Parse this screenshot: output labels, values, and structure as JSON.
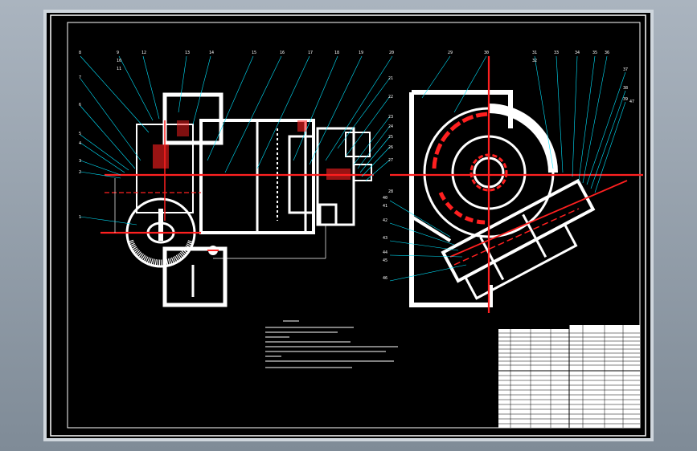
{
  "drawing": {
    "background_color": "#000000",
    "outline_color": "#ffffff",
    "center_line_color": "#ff0000",
    "leader_color": "#00e5ff"
  },
  "left_view": {
    "part_labels": [
      "8",
      "9",
      "10",
      "11",
      "12",
      "13",
      "14",
      "15",
      "16",
      "17",
      "18",
      "19",
      "20",
      "7",
      "6",
      "5",
      "4",
      "3",
      "2",
      "1",
      "21",
      "22",
      "23",
      "24",
      "25",
      "26",
      "27",
      "28"
    ]
  },
  "right_view": {
    "part_labels": [
      "29",
      "30",
      "31",
      "32",
      "33",
      "34",
      "35",
      "36",
      "37",
      "38",
      "39",
      "40",
      "41",
      "42",
      "43",
      "44",
      "45",
      "46",
      "47"
    ]
  },
  "icons": [
    "shaft-section-icon"
  ]
}
